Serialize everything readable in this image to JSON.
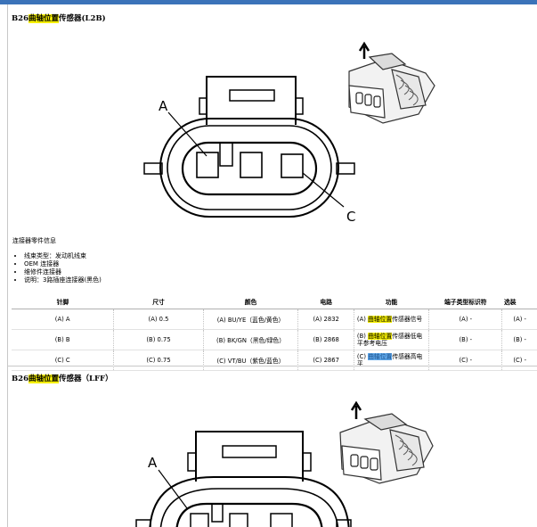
{
  "section1": {
    "title_prefix": "B26",
    "title_highlight": "曲轴位置",
    "title_suffix": "传感器(L2B)",
    "diagram": {
      "label_a": "A",
      "label_c": "C"
    }
  },
  "connector_info": {
    "title": "连接器零件信息",
    "items": [
      "线束类型：发动机线束",
      "OEM 连接器",
      "维修件连接器",
      "说明：3路插座连接器(黑色)"
    ]
  },
  "pin_table": {
    "headers": [
      "针脚",
      "尺寸",
      "颜色",
      "电路",
      "功能",
      "端子类型标识符",
      "选装"
    ],
    "rows": [
      {
        "pin": "(A) A",
        "size": "(A) 0.5",
        "color": "(A) BU/YE（蓝色/黄色）",
        "circuit": "(A) 2832",
        "func_prefix": "(A) ",
        "func_highlight": "曲轴位置",
        "func_suffix": "传感器信号",
        "terminal": "(A) -",
        "option": "(A) -"
      },
      {
        "pin": "(B) B",
        "size": "(B) 0.75",
        "color": "(B) BK/GN（黑色/绿色）",
        "circuit": "(B) 2868",
        "func_prefix": "(B) ",
        "func_highlight": "曲轴位置",
        "func_suffix": "传感器低电平参考电压",
        "terminal": "(B) -",
        "option": "(B) -"
      },
      {
        "pin": "(C) C",
        "size": "(C) 0.75",
        "color": "(C) VT/BU（紫色/蓝色）",
        "circuit": "(C) 2867",
        "func_prefix": "(C) ",
        "func_highlight": "曲轴位置",
        "func_suffix": "传感器高电平",
        "terminal": "(C) -",
        "option": "(C) -"
      }
    ]
  },
  "section2": {
    "title_prefix": "B26",
    "title_highlight": "曲轴位置",
    "title_suffix": "传感器（LFF）",
    "diagram": {
      "label_a": "A"
    }
  },
  "colors": {
    "top_bar": "#3b73b9",
    "highlight": "#f6f000",
    "selection": "#5fa8ea"
  }
}
